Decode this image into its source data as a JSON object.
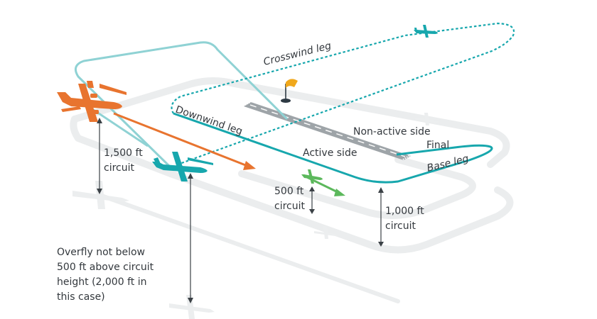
{
  "labels": {
    "crosswind_leg": "Crosswind leg",
    "downwind_leg": "Downwind leg",
    "non_active_side": "Non-active side",
    "final": "Final",
    "active_side": "Active side",
    "base_leg": "Base leg",
    "circuit_1500_line1": "1,500 ft",
    "circuit_1500_line2": "circuit",
    "circuit_500_line1": "500 ft",
    "circuit_500_line2": "circuit",
    "circuit_1000_line1": "1,000 ft",
    "circuit_1000_line2": "circuit",
    "overfly_line1": "Overfly not below",
    "overfly_line2": "500 ft above circuit",
    "overfly_line3": "height (2,000 ft in",
    "overfly_line4": "this case)"
  },
  "colors": {
    "circuit_1000": "#17a7ad",
    "circuit_1500": "#8fd2d4",
    "large_aircraft": "#e8742f",
    "small_aircraft": "#5cb85c",
    "windsock": "#f0a81c",
    "runway": "#9ea4a8",
    "text": "#33383d",
    "shadow": "#eceeef"
  },
  "icons": {
    "windsock": "windsock-icon",
    "aircraft": "aircraft-icon"
  }
}
